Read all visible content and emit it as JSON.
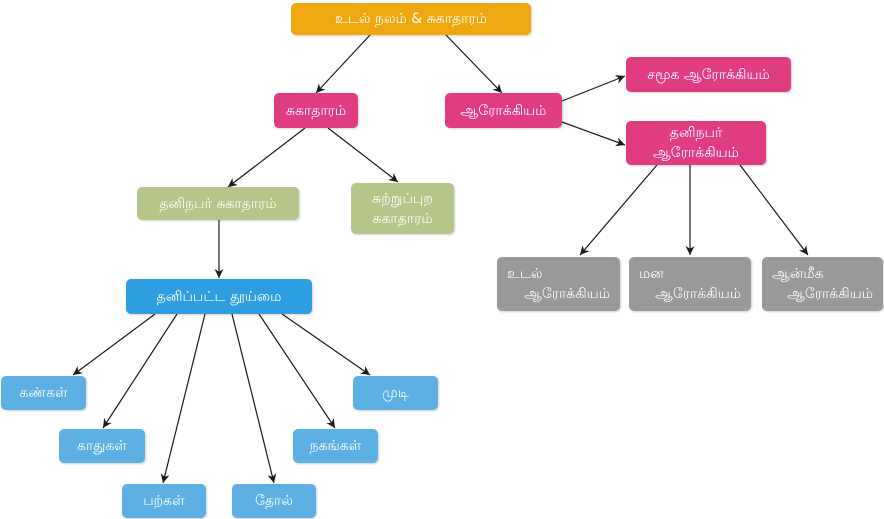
{
  "colors": {
    "root": "#f0a810",
    "pink": "#e03c82",
    "green": "#b6c68a",
    "blue": "#2e9fe0",
    "lightblue": "#5db0e3",
    "grey": "#999999",
    "edge": "#1a1a1a"
  },
  "nodes": {
    "root": "உடல் நலம் & சுகாதாரம்",
    "sukatharam": "சுகாதாரம்",
    "arokkiyam": "ஆரோக்கியம்",
    "samooga": "சமூக ஆரோக்கியம்",
    "thaninapar_arokkiyam": [
      "தனிநபர்",
      "ஆரோக்கியம்"
    ],
    "thaninapar_sukatharam": "தனிநபர் சுகாதாரம்",
    "sutrupura": [
      "சுற்றுப்புற",
      "சுகாதாரம்"
    ],
    "thanippatta": "தனிப்பட்ட தூய்மை",
    "udal_arokkiyam": [
      "உடல்",
      "ஆரோக்கியம்"
    ],
    "mana_arokkiyam": [
      "மன",
      "ஆரோக்கியம்"
    ],
    "anmeega_arokkiyam": [
      "ஆன்மீக",
      "ஆரோக்கியம்"
    ],
    "kangal": "கண்கள்",
    "kaathugal": "காதுகள்",
    "parkal": "பற்கள்",
    "thol": "தோல்",
    "nagangal": "நகங்கள்",
    "mudi": "முடி"
  }
}
